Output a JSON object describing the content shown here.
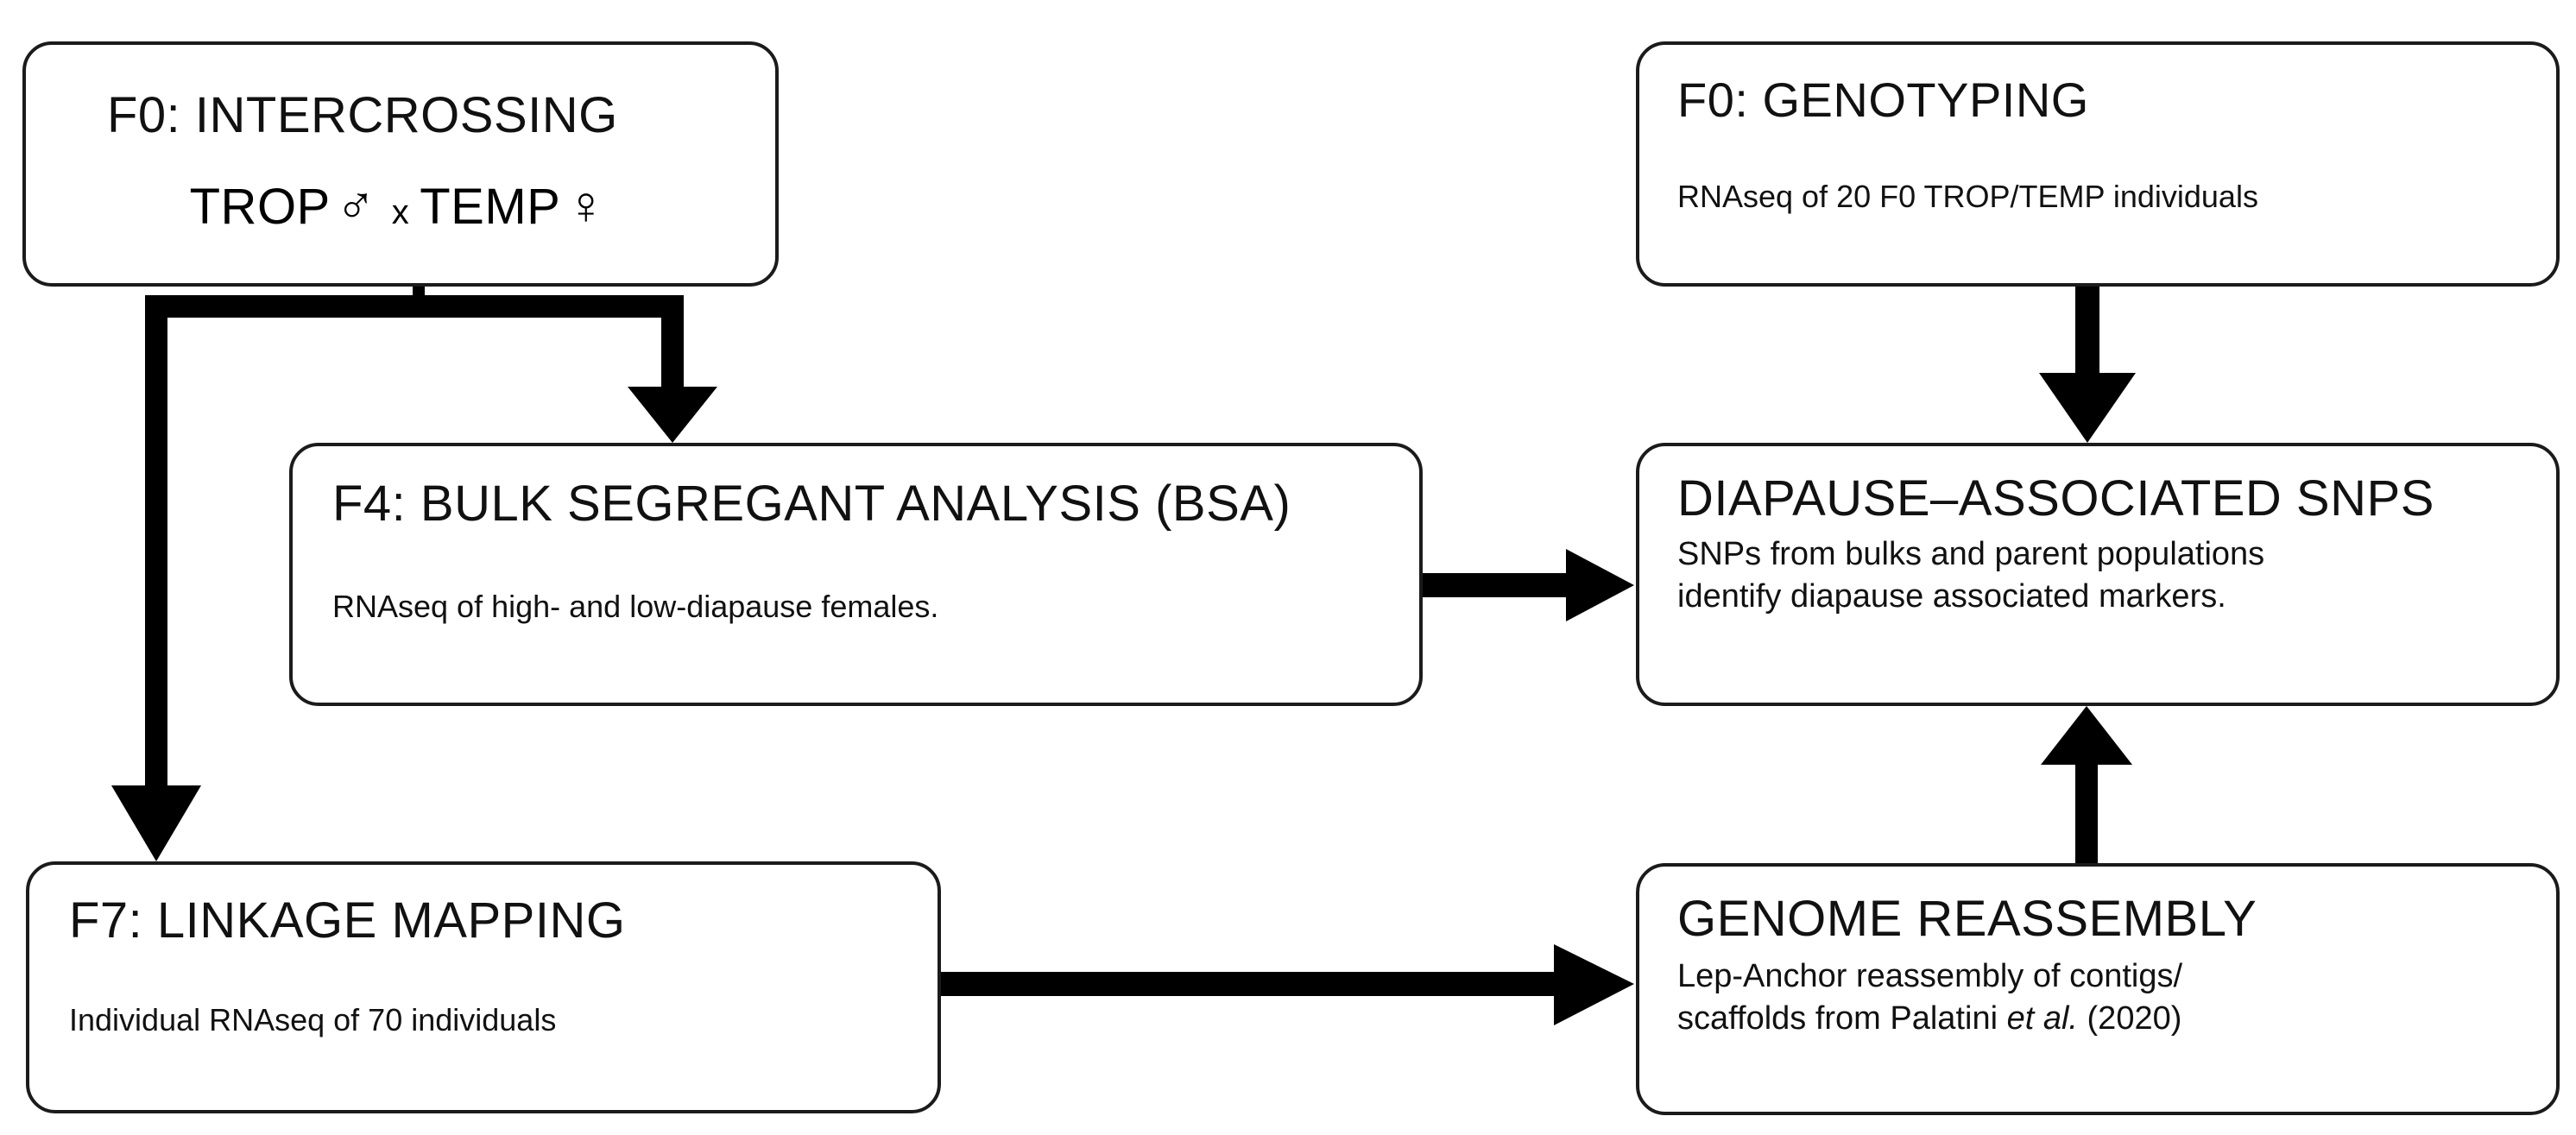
{
  "figure": {
    "type": "flowchart",
    "orientation": "left-to-right, two columns",
    "background_color": "#ffffff",
    "line_color": "#000000",
    "box_border_color": "#1b1b1b"
  },
  "nodes": {
    "intercrossing": {
      "title": "F0: INTERCROSSING",
      "cross": {
        "parent_male": "TROP",
        "male_symbol": "♂",
        "operator": "x",
        "parent_female": "TEMP",
        "female_symbol": "♀"
      }
    },
    "genotyping": {
      "title": "F0: GENOTYPING",
      "body": "RNAseq of 20 F0 TROP/TEMP individuals"
    },
    "bsa": {
      "title": "F4: BULK SEGREGANT ANALYSIS (BSA)",
      "body": "RNAseq of high- and low-diapause females."
    },
    "snps": {
      "title": "DIAPAUSE–ASSOCIATED SNPS",
      "body_line1": "SNPs from bulks and parent populations",
      "body_line2": "identify diapause associated markers."
    },
    "linkage": {
      "title": "F7: LINKAGE MAPPING",
      "body": "Individual  RNAseq  of  70  individuals"
    },
    "genome": {
      "title": "GENOME REASSEMBLY",
      "body_line1": "Lep-Anchor  reassembly  of  contigs/",
      "body_line2_pre": "scaffolds from Palatini ",
      "body_line2_italic": "et al.",
      "body_line2_post": " (2020)"
    }
  },
  "connectors": [
    {
      "name": "intercrossing-split-to-bsa",
      "from": "intercrossing",
      "to": "bsa",
      "style": "elbow-down-arrow"
    },
    {
      "name": "intercrossing-split-to-linkage",
      "from": "intercrossing",
      "to": "linkage",
      "style": "elbow-down-arrow"
    },
    {
      "name": "genotyping-to-snps",
      "from": "genotyping",
      "to": "snps",
      "style": "straight-down-arrow"
    },
    {
      "name": "bsa-to-snps",
      "from": "bsa",
      "to": "snps",
      "style": "straight-right-arrow"
    },
    {
      "name": "linkage-to-genome",
      "from": "linkage",
      "to": "genome",
      "style": "straight-right-arrow"
    },
    {
      "name": "genome-to-snps",
      "from": "genome",
      "to": "snps",
      "style": "straight-up-arrow"
    }
  ]
}
